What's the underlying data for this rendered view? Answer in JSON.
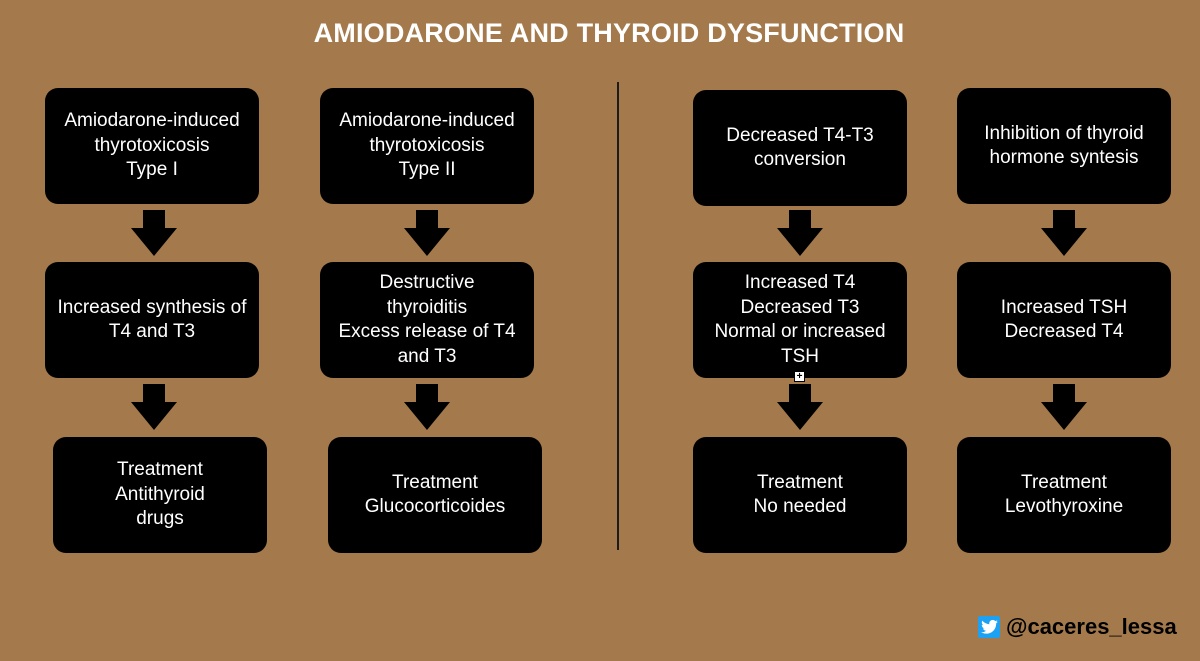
{
  "title": "AMIODARONE AND THYROID DYSFUNCTION",
  "boxes": {
    "c1_top": [
      "Amiodarone-induced",
      "thyrotoxicosis",
      "Type I"
    ],
    "c1_mid": [
      "Increased synthesis of",
      "T4 and T3"
    ],
    "c1_bot": [
      "Treatment",
      "Antithyroid",
      "drugs"
    ],
    "c2_top": [
      "Amiodarone-induced",
      "thyrotoxicosis",
      "Type II"
    ],
    "c2_mid": [
      "Destructive",
      "thyroiditis",
      "Excess release of T4",
      "and T3"
    ],
    "c2_bot": [
      "Treatment",
      "Glucocorticoides"
    ],
    "c3_top": [
      "Decreased T4-T3",
      "conversion"
    ],
    "c3_mid": [
      "Increased T4",
      "Decreased T3",
      "Normal or increased",
      "TSH"
    ],
    "c3_bot": [
      "Treatment",
      "No needed"
    ],
    "c4_top": [
      "Inhibition of thyroid",
      "hormone syntesis"
    ],
    "c4_mid": [
      "Increased TSH",
      "Decreased T4"
    ],
    "c4_bot": [
      "Treatment",
      "Levothyroxine"
    ]
  },
  "credit": {
    "icon": "twitter-icon",
    "handle": "@caceres_lessa",
    "icon_color": "#1DA1F2"
  },
  "colors": {
    "background": "#A47A4C",
    "box": "#000000",
    "box_text": "#FFFFFF",
    "arrow": "#000000"
  }
}
